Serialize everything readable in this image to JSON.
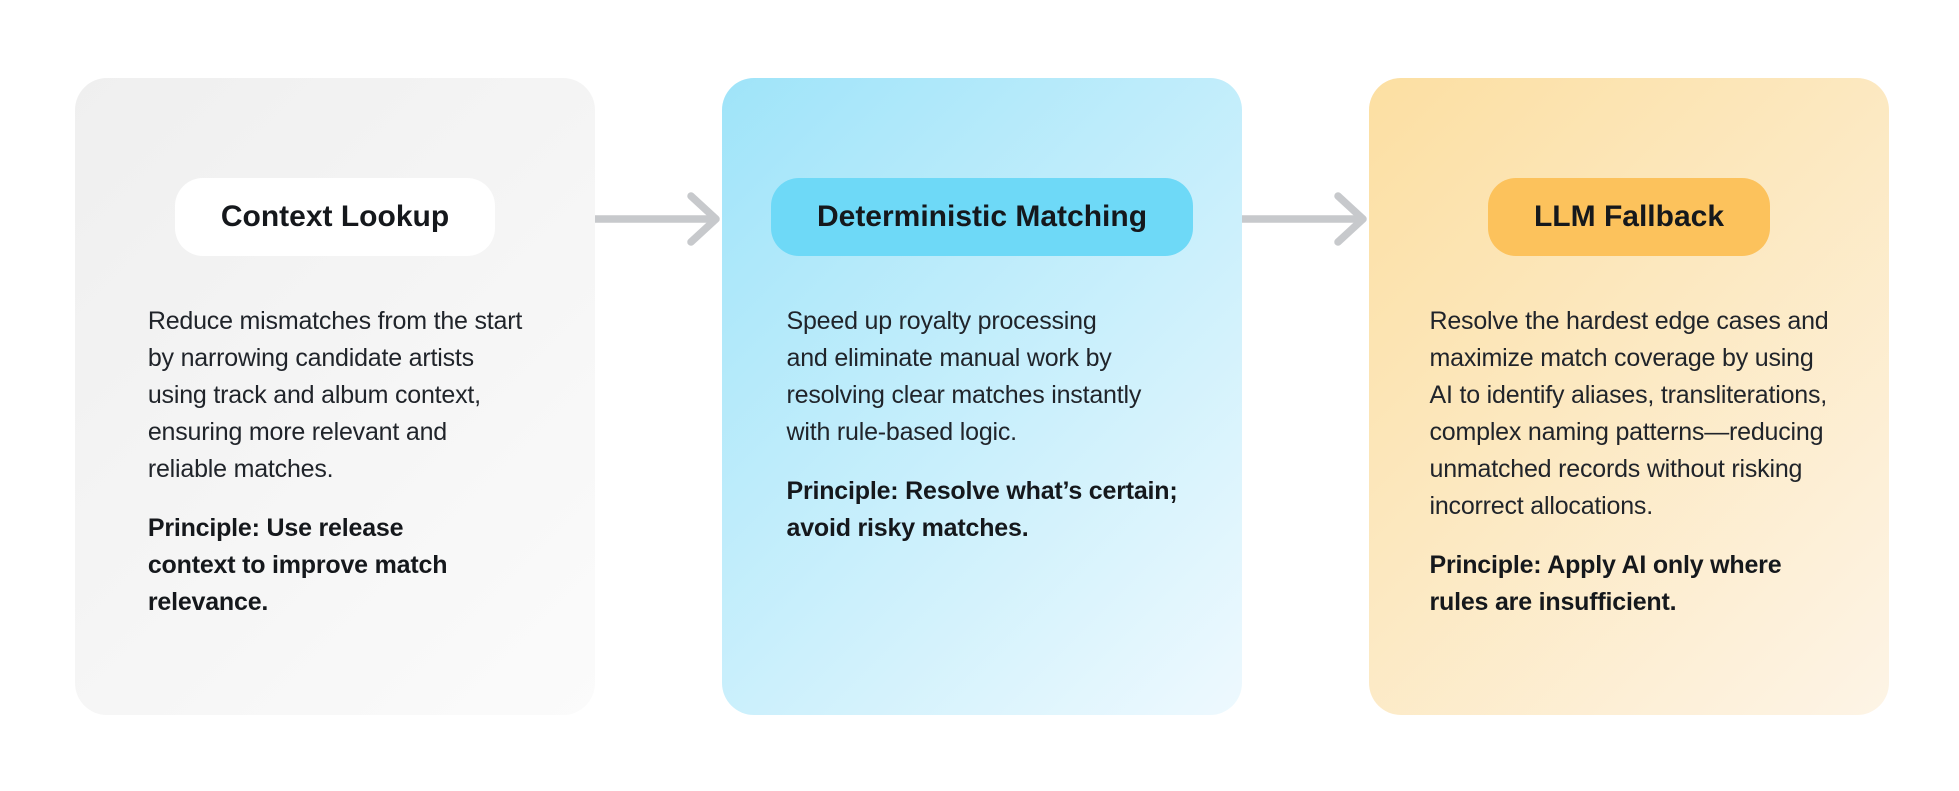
{
  "diagram": {
    "arrow_color": "#c7c9cc",
    "steps": [
      {
        "title": "Context Lookup",
        "body": "Reduce mismatches from the start\nby narrowing candidate artists\nusing track and album context,\nensuring more relevant and\nreliable matches.",
        "principle": "Principle: Use release\ncontext to improve match\nrelevance.",
        "colors": {
          "card_from": "#efefef",
          "card_to": "#fbfbfb",
          "badge_bg": "#ffffff"
        }
      },
      {
        "title": "Deterministic Matching",
        "body": "Speed up royalty processing\nand eliminate manual work by\nresolving clear matches instantly\nwith rule-based logic.",
        "principle": "Principle: Resolve what’s certain;\navoid risky matches.",
        "colors": {
          "card_from": "#9fe4f9",
          "card_to": "#eef9fe",
          "badge_bg": "#6ed9f7"
        }
      },
      {
        "title": "LLM Fallback",
        "body": "Resolve the hardest edge cases and\nmaximize match coverage by using\nAI to identify aliases, transliterations,\ncomplex naming patterns—reducing\nunmatched records without risking\nincorrect allocations.",
        "principle": "Principle: Apply AI only where\nrules are insufficient.",
        "colors": {
          "card_from": "#fcdfa2",
          "card_to": "#fdf4e6",
          "badge_bg": "#fcc25c"
        }
      }
    ]
  }
}
